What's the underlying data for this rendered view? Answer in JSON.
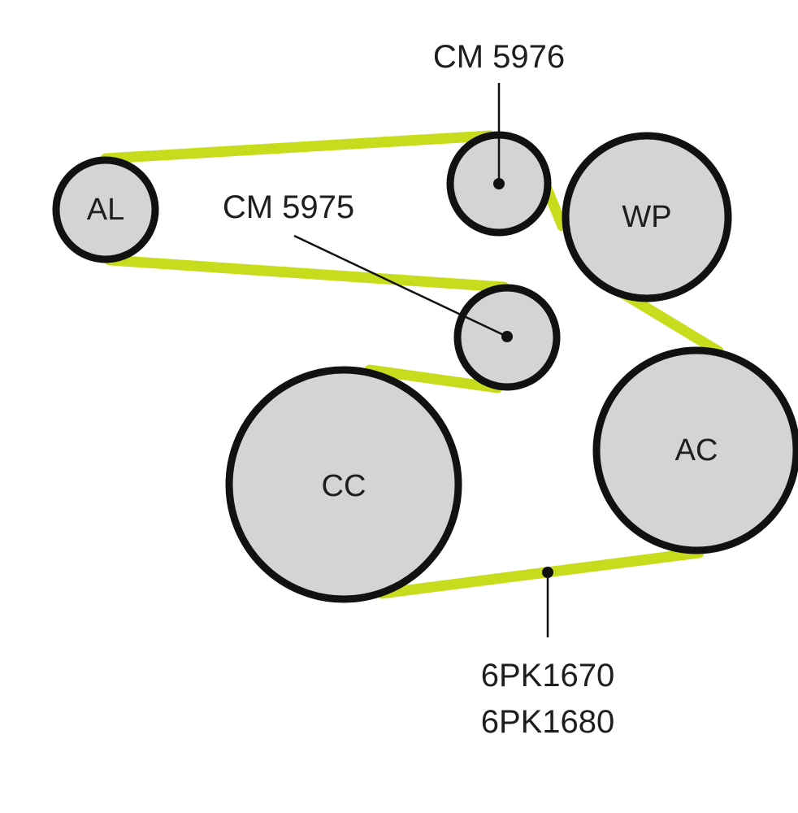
{
  "pulleys": {
    "al": "AL",
    "wp": "WP",
    "cc": "CC",
    "ac": "AC"
  },
  "callouts": {
    "idler_top": "CM 5976",
    "idler_mid": "CM 5975",
    "belt_part_1": "6PK1670",
    "belt_part_2": "6PK1680"
  },
  "colors": {
    "belt": "#c8dc1e",
    "pulley_fill": "#d4d4d4",
    "outline": "#111111"
  }
}
